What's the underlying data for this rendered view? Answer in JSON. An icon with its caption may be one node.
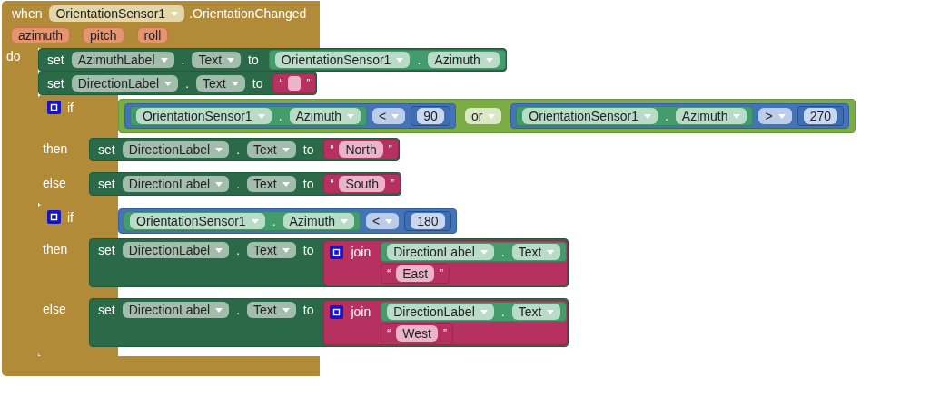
{
  "diagram": {
    "nodes": [
      {
        "text": [
          "when",
          ".OrientationChanged",
          "do"
        ]
      },
      {
        "text": [
          "OrientationSensor1"
        ],
        "in": 0
      },
      {
        "text": [
          "azimuth"
        ],
        "in": 0
      },
      {
        "text": [
          "pitch"
        ],
        "in": 0
      },
      {
        "text": [
          "roll"
        ],
        "in": 0
      },
      {
        "text": [
          "set",
          ".",
          "to"
        ],
        "in": 0
      },
      {
        "text": [
          "AzimuthLabel"
        ],
        "in": 5
      },
      {
        "text": [
          "Text"
        ],
        "in": 5
      },
      {
        "text": [
          "."
        ],
        "in": 5
      },
      {
        "text": [
          "OrientationSensor1"
        ],
        "in": 8
      },
      {
        "text": [
          "Azimuth"
        ],
        "in": 8
      },
      {
        "text": [
          "set",
          ".",
          "to"
        ],
        "in": 0
      },
      {
        "text": [
          "DirectionLabel"
        ],
        "in": 11
      },
      {
        "text": [
          "Text"
        ],
        "in": 11
      },
      {
        "text": [
          "“",
          "”"
        ],
        "in": 11
      },
      {
        "text": [],
        "shape": "box",
        "in": 14
      },
      {
        "text": [
          "if",
          "then",
          "else"
        ],
        "in": 0
      },
      {
        "text": [],
        "shape": "box",
        "in": 16
      },
      {
        "text": [],
        "shape": "box",
        "in": 17
      },
      {
        "text": [
          "."
        ],
        "in": 18
      },
      {
        "text": [
          "OrientationSensor1"
        ],
        "in": 19
      },
      {
        "text": [
          "Azimuth"
        ],
        "in": 19
      },
      {
        "text": [
          "<"
        ],
        "in": 18
      },
      {
        "text": [],
        "shape": "box",
        "in": 18
      },
      {
        "text": [
          "90"
        ],
        "in": 23
      },
      {
        "text": [
          "or"
        ],
        "in": 17
      },
      {
        "text": [],
        "shape": "box",
        "in": 17
      },
      {
        "text": [
          "."
        ],
        "in": 26
      },
      {
        "text": [
          "OrientationSensor1"
        ],
        "in": 27
      },
      {
        "text": [
          "Azimuth"
        ],
        "in": 27
      },
      {
        "text": [
          ">"
        ],
        "in": 26
      },
      {
        "text": [],
        "shape": "box",
        "in": 26
      },
      {
        "text": [
          "270"
        ],
        "in": 31
      },
      {
        "text": [
          "set",
          ".",
          "to"
        ],
        "in": 16
      },
      {
        "text": [
          "DirectionLabel"
        ],
        "in": 33
      },
      {
        "text": [
          "Text"
        ],
        "in": 33
      },
      {
        "text": [
          "“",
          "”"
        ],
        "in": 33
      },
      {
        "text": [
          "North"
        ],
        "in": 36
      },
      {
        "text": [
          "set",
          ".",
          "to"
        ],
        "in": 16
      },
      {
        "text": [
          "DirectionLabel"
        ],
        "in": 38
      },
      {
        "text": [
          "Text"
        ],
        "in": 38
      },
      {
        "text": [
          "“",
          "”"
        ],
        "in": 38
      },
      {
        "text": [
          "South"
        ],
        "in": 41
      },
      {
        "text": [
          "if",
          "then",
          "else"
        ],
        "in": 0
      },
      {
        "text": [],
        "shape": "box",
        "in": 43
      },
      {
        "text": [
          "."
        ],
        "in": 44
      },
      {
        "text": [
          "OrientationSensor1"
        ],
        "in": 45
      },
      {
        "text": [
          "Azimuth"
        ],
        "in": 45
      },
      {
        "text": [
          "<"
        ],
        "in": 44
      },
      {
        "text": [],
        "shape": "box",
        "in": 44
      },
      {
        "text": [
          "180"
        ],
        "in": 49
      },
      {
        "text": [
          "set",
          ".",
          "to"
        ],
        "in": 43
      },
      {
        "text": [
          "DirectionLabel"
        ],
        "in": 51
      },
      {
        "text": [
          "Text"
        ],
        "in": 51
      },
      {
        "text": [
          "join"
        ],
        "in": 51
      },
      {
        "text": [
          "."
        ],
        "in": 54
      },
      {
        "text": [
          "DirectionLabel"
        ],
        "in": 55
      },
      {
        "text": [
          "Text"
        ],
        "in": 55
      },
      {
        "text": [
          "“",
          "”"
        ],
        "in": 54
      },
      {
        "text": [
          "East"
        ],
        "in": 58
      },
      {
        "text": [
          "set",
          ".",
          "to"
        ],
        "in": 43
      },
      {
        "text": [
          "DirectionLabel"
        ],
        "in": 60
      },
      {
        "text": [
          "Text"
        ],
        "in": 60
      },
      {
        "text": [
          "join"
        ],
        "in": 60
      },
      {
        "text": [
          "."
        ],
        "in": 63
      },
      {
        "text": [
          "DirectionLabel"
        ],
        "in": 64
      },
      {
        "text": [
          "Text"
        ],
        "in": 64
      },
      {
        "text": [
          "“",
          "”"
        ],
        "in": 63
      },
      {
        "text": [
          "West"
        ],
        "in": 67
      }
    ]
  }
}
